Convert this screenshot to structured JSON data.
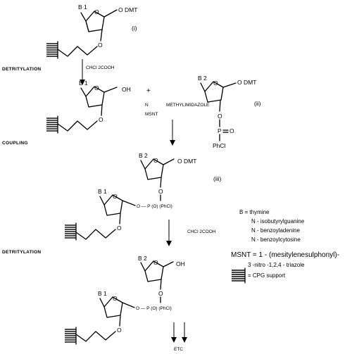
{
  "steps": {
    "detritylation_1": "DETRITYLATION",
    "coupling": "COUPLING",
    "detritylation_2": "DETRITYLATION"
  },
  "structures": {
    "s1": {
      "base": "B 1",
      "group5": "O DMT",
      "number": "(i)"
    },
    "s2": {
      "base": "B 1",
      "group5": "OH"
    },
    "s3": {
      "base": "B 2",
      "group5": "O DMT",
      "number": "(ii)",
      "phos_o": "O",
      "phos_p": "P",
      "phos_eq_o": "O",
      "phos_sub": "PhCl"
    },
    "s4": {
      "base": "B 2",
      "group5": "O DMT",
      "number": "(iii)",
      "dimer_base": "B 1",
      "link": "O — P (O) (PhCl)"
    },
    "s5": {
      "base": "B 2",
      "group5": "OH",
      "dimer_base": "B 1",
      "link": "O — P (O) (PhCl)"
    }
  },
  "reagents": {
    "acid_1": "CHCl 2COOH",
    "plus": "+",
    "n": "N",
    "methylimidazole": "METHYLIMIDAZOLE",
    "msnt": "MSNT",
    "acid_2": "CHCl 2COOH",
    "etc": "ETC"
  },
  "legend": {
    "b_eq": "B = thymine",
    "b_items": [
      "N - isobutyrylguanine",
      "N - benzoyladenine",
      "N - benzoylcytosine"
    ],
    "msnt_line1": "MSNT = 1 - (mesitylenesulphonyl)-",
    "msnt_line2": "3 -nitro -1,2,4 - triazole",
    "cpg": "= CPG support"
  }
}
